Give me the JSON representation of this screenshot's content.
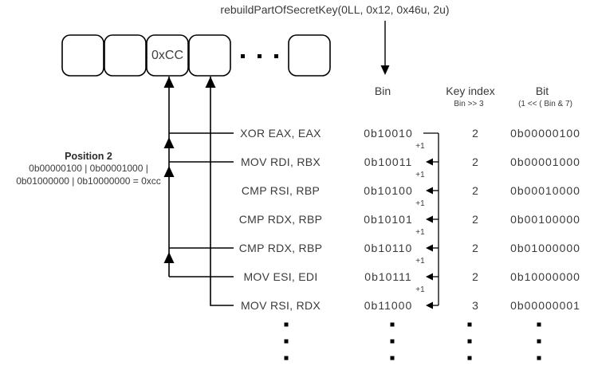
{
  "title": "rebuildPartOfSecretKey(0LL, 0x12, 0x46u, 2u)",
  "memory": {
    "filled_cell_value": "0xCC"
  },
  "position_note": {
    "title": "Position 2",
    "line1": "0b00000100 | 0b00001000 |",
    "line2": "0b01000000 | 0b10000000 = 0xcc"
  },
  "columns": {
    "bin_label": "Bin",
    "key_index_label": "Key index",
    "key_index_formula": "Bin >> 3",
    "bit_label": "Bit",
    "bit_formula": "(1 << ( Bin & 7)"
  },
  "increment_label": "+1",
  "rows": [
    {
      "instruction": "XOR EAX, EAX",
      "bin": "0b10010",
      "key_index": "2",
      "bit": "0b00000100"
    },
    {
      "instruction": "MOV RDI, RBX",
      "bin": "0b10011",
      "key_index": "2",
      "bit": "0b00001000"
    },
    {
      "instruction": "CMP RSI, RBP",
      "bin": "0b10100",
      "key_index": "2",
      "bit": "0b00010000"
    },
    {
      "instruction": "CMP RDX, RBP",
      "bin": "0b10101",
      "key_index": "2",
      "bit": "0b00100000"
    },
    {
      "instruction": "CMP RDX, RBP",
      "bin": "0b10110",
      "key_index": "2",
      "bit": "0b01000000"
    },
    {
      "instruction": "MOV ESI, EDI",
      "bin": "0b10111",
      "key_index": "2",
      "bit": "0b10000000"
    },
    {
      "instruction": "MOV RSI, RDX",
      "bin": "0b11000",
      "key_index": "3",
      "bit": "0b00000001"
    }
  ],
  "colors": {
    "ink": "#000000",
    "text": "#3a3a3a",
    "background": "#ffffff"
  }
}
